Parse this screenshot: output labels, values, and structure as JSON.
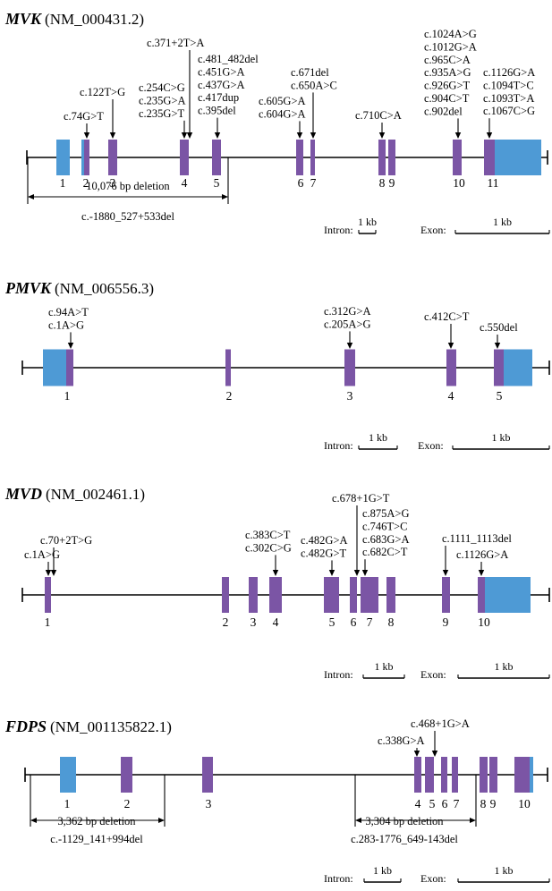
{
  "colors": {
    "coding": "#7B55A5",
    "utr": "#4E9AD5",
    "line": "#000000"
  },
  "scale": {
    "intron_label": "Intron:",
    "exon_label": "Exon:",
    "unit": "1 kb"
  },
  "genes": [
    {
      "id": "mvk",
      "name": "MVK",
      "accession": "(NM_000431.2)",
      "exons": [
        {
          "label": "1",
          "segments": [
            {
              "type": "utr",
              "len": 15
            }
          ]
        },
        {
          "label": "2",
          "segments": [
            {
              "type": "utr",
              "len": 3
            },
            {
              "type": "coding",
              "len": 6
            }
          ]
        },
        {
          "label": "3",
          "segments": [
            {
              "type": "coding",
              "len": 10
            }
          ]
        },
        {
          "label": "4",
          "segments": [
            {
              "type": "coding",
              "len": 10
            }
          ]
        },
        {
          "label": "5",
          "segments": [
            {
              "type": "coding",
              "len": 10
            }
          ]
        },
        {
          "label": "6",
          "segments": [
            {
              "type": "coding",
              "len": 8
            }
          ]
        },
        {
          "label": "7",
          "segments": [
            {
              "type": "coding",
              "len": 5
            }
          ]
        },
        {
          "label": "8",
          "segments": [
            {
              "type": "coding",
              "len": 8
            }
          ]
        },
        {
          "label": "9",
          "segments": [
            {
              "type": "coding",
              "len": 8
            }
          ]
        },
        {
          "label": "10",
          "segments": [
            {
              "type": "coding",
              "len": 10
            }
          ]
        },
        {
          "label": "11",
          "segments": [
            {
              "type": "coding",
              "len": 12
            },
            {
              "type": "utr",
              "len": 52
            }
          ]
        }
      ],
      "mutation_groups": [
        {
          "lines": [
            "c.74G>T"
          ]
        },
        {
          "lines": [
            "c.122T>G"
          ]
        },
        {
          "lines": [
            "c.254C>G",
            "c.235G>A",
            "c.235G>T"
          ]
        },
        {
          "lines": [
            "c.371+2T>A"
          ]
        },
        {
          "lines": [
            "c.481_482del",
            "c.451G>A",
            "c.437G>A",
            "c.417dup",
            "c.395del"
          ]
        },
        {
          "lines": [
            "c.605G>A",
            "c.604G>A"
          ]
        },
        {
          "lines": [
            "c.671del",
            "c.650A>C"
          ]
        },
        {
          "lines": [
            "c.710C>A"
          ]
        },
        {
          "lines": [
            "c.1024A>G",
            "c.1012G>A",
            "c.965C>A",
            "c.935A>G",
            "c.926G>T",
            "c.904C>T",
            "c.902del"
          ]
        },
        {
          "lines": [
            "c.1126G>A",
            "c.1094T>C",
            "c.1093T>A",
            "c.1067C>G"
          ]
        }
      ],
      "deletions": [
        {
          "size": "10,076 bp deletion",
          "hgvs": "c.-1880_527+533del"
        }
      ]
    },
    {
      "id": "pmvk",
      "name": "PMVK",
      "accession": "(NM_006556.3)",
      "exons": [
        {
          "label": "1",
          "segments": [
            {
              "type": "utr",
              "len": 26
            },
            {
              "type": "coding",
              "len": 8
            }
          ]
        },
        {
          "label": "2",
          "segments": [
            {
              "type": "coding",
              "len": 6
            }
          ]
        },
        {
          "label": "3",
          "segments": [
            {
              "type": "coding",
              "len": 12
            }
          ]
        },
        {
          "label": "4",
          "segments": [
            {
              "type": "coding",
              "len": 11
            }
          ]
        },
        {
          "label": "5",
          "segments": [
            {
              "type": "coding",
              "len": 11
            },
            {
              "type": "utr",
              "len": 32
            }
          ]
        }
      ],
      "mutation_groups": [
        {
          "lines": [
            "c.94A>T",
            "c.1A>G"
          ]
        },
        {
          "lines": [
            "c.312G>A",
            "c.205A>G"
          ]
        },
        {
          "lines": [
            "c.412C>T"
          ]
        },
        {
          "lines": [
            "c.550del"
          ]
        }
      ],
      "deletions": []
    },
    {
      "id": "mvd",
      "name": "MVD",
      "accession": "(NM_002461.1)",
      "exons": [
        {
          "label": "1",
          "segments": [
            {
              "type": "coding",
              "len": 7
            }
          ]
        },
        {
          "label": "2",
          "segments": [
            {
              "type": "coding",
              "len": 8
            }
          ]
        },
        {
          "label": "3",
          "segments": [
            {
              "type": "coding",
              "len": 10
            }
          ]
        },
        {
          "label": "4",
          "segments": [
            {
              "type": "coding",
              "len": 14
            }
          ]
        },
        {
          "label": "5",
          "segments": [
            {
              "type": "coding",
              "len": 17
            }
          ]
        },
        {
          "label": "6",
          "segments": [
            {
              "type": "coding",
              "len": 8
            }
          ]
        },
        {
          "label": "7",
          "segments": [
            {
              "type": "coding",
              "len": 20
            }
          ]
        },
        {
          "label": "8",
          "segments": [
            {
              "type": "coding",
              "len": 10
            }
          ]
        },
        {
          "label": "9",
          "segments": [
            {
              "type": "coding",
              "len": 9
            }
          ]
        },
        {
          "label": "10",
          "segments": [
            {
              "type": "coding",
              "len": 8
            },
            {
              "type": "utr",
              "len": 51
            }
          ]
        }
      ],
      "mutation_groups": [
        {
          "lines": [
            "c.70+2T>G"
          ]
        },
        {
          "lines": [
            "c.1A>G"
          ]
        },
        {
          "lines": [
            "c.383C>T",
            "c.302C>G"
          ]
        },
        {
          "lines": [
            "c.482G>A",
            "c.482G>T"
          ]
        },
        {
          "lines": [
            "c.678+1G>T"
          ]
        },
        {
          "lines": [
            "c.875A>G",
            "c.746T>C",
            "c.683G>A",
            "c.682C>T"
          ]
        },
        {
          "lines": [
            "c.1111_1113del"
          ]
        },
        {
          "lines": [
            "c.1126G>A"
          ]
        }
      ],
      "deletions": []
    },
    {
      "id": "fdps",
      "name": "FDPS",
      "accession": "(NM_001135822.1)",
      "exons": [
        {
          "label": "1",
          "segments": [
            {
              "type": "utr",
              "len": 18
            }
          ]
        },
        {
          "label": "2",
          "segments": [
            {
              "type": "coding",
              "len": 13
            }
          ]
        },
        {
          "label": "3",
          "segments": [
            {
              "type": "coding",
              "len": 12
            }
          ]
        },
        {
          "label": "4",
          "segments": [
            {
              "type": "coding",
              "len": 8
            }
          ]
        },
        {
          "label": "5",
          "segments": [
            {
              "type": "coding",
              "len": 10
            }
          ]
        },
        {
          "label": "6",
          "segments": [
            {
              "type": "coding",
              "len": 7
            }
          ]
        },
        {
          "label": "7",
          "segments": [
            {
              "type": "coding",
              "len": 7
            }
          ]
        },
        {
          "label": "8",
          "segments": [
            {
              "type": "coding",
              "len": 9
            }
          ]
        },
        {
          "label": "9",
          "segments": [
            {
              "type": "coding",
              "len": 9
            }
          ]
        },
        {
          "label": "10",
          "segments": [
            {
              "type": "coding",
              "len": 17
            },
            {
              "type": "utr",
              "len": 4
            }
          ]
        }
      ],
      "mutation_groups": [
        {
          "lines": [
            "c.338G>A"
          ]
        },
        {
          "lines": [
            "c.468+1G>A"
          ]
        }
      ],
      "deletions": [
        {
          "size": "3,362 bp deletion",
          "hgvs": "c.-1129_141+994del"
        },
        {
          "size": "3,304 bp deletion",
          "hgvs": "c.283-1776_649-143del"
        }
      ]
    }
  ]
}
